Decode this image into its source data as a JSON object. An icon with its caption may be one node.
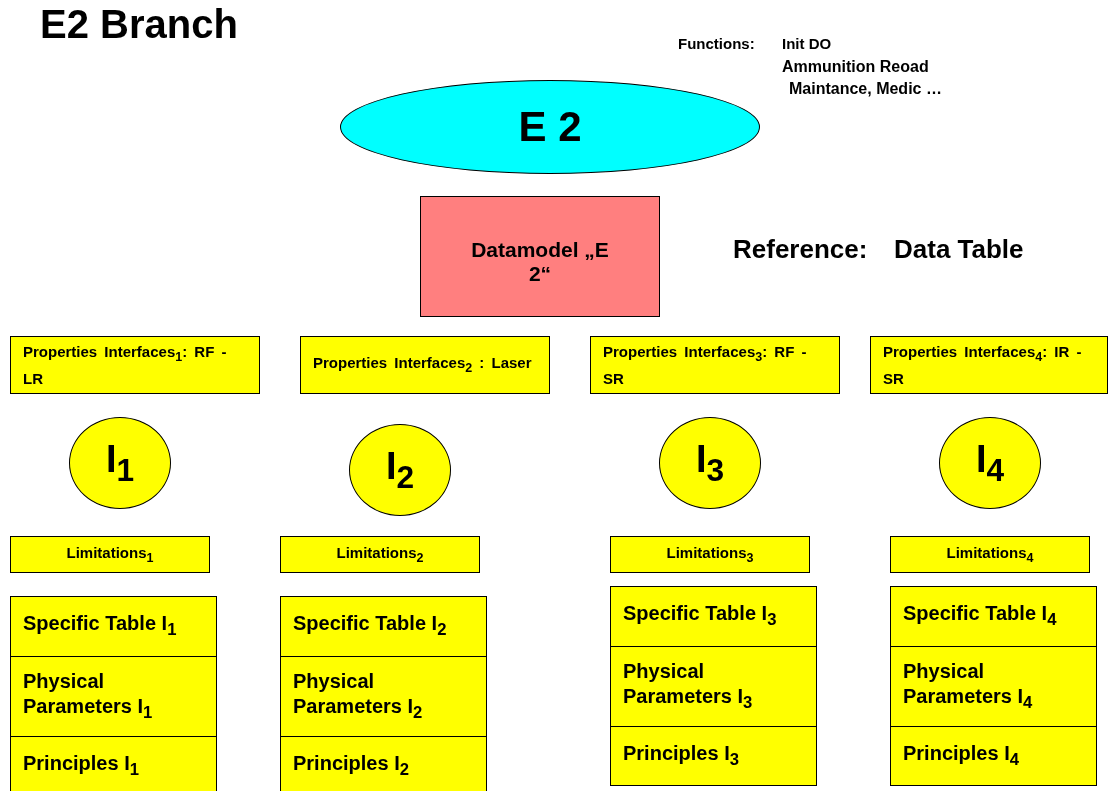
{
  "diagram": {
    "title": "E2 Branch",
    "nodes": [
      {
        "text": [
          "E 2"
        ]
      },
      {
        "text": [
          "Datamodel „E 2“"
        ]
      },
      {
        "text": [
          "Properties Interfaces$_{1}$: RF - LR"
        ]
      },
      {
        "text": [
          "Properties Interfaces$_{2}$ : Laser"
        ]
      },
      {
        "text": [
          "Properties Interfaces$_{3}$: RF - SR"
        ]
      },
      {
        "text": [
          "Properties Interfaces$_{4}$: IR - SR"
        ]
      },
      {
        "text": [
          "I$_{1}$"
        ]
      },
      {
        "text": [
          "I$_{2}$"
        ]
      },
      {
        "text": [
          "I$_{3}$"
        ]
      },
      {
        "text": [
          "I$_{4}$"
        ]
      },
      {
        "text": [
          "Limitations$_{1}$"
        ]
      },
      {
        "text": [
          "Limitations$_{2}$"
        ]
      },
      {
        "text": [
          "Limitations$_{3}$"
        ]
      },
      {
        "text": [
          "Limitations$_{4}$"
        ]
      },
      {
        "text": [
          "Specific Table I$_{1}$"
        ]
      },
      {
        "text": [
          "Specific Table I$_{2}$"
        ]
      },
      {
        "text": [
          "Specific Table I$_{3}$"
        ]
      },
      {
        "text": [
          "Specific Table I$_{4}$"
        ]
      },
      {
        "text": [
          "Physical Parameters I$_{1}$"
        ]
      },
      {
        "text": [
          "Physical Parameters I$_{2}$"
        ]
      },
      {
        "text": [
          "Physical Parameters I$_{3}$"
        ]
      },
      {
        "text": [
          "Physical Parameters I$_{4}$"
        ]
      },
      {
        "text": [
          "Principles I$_{1}$"
        ]
      },
      {
        "text": [
          "Principles I$_{2}$"
        ]
      },
      {
        "text": [
          "Principles I$_{3}$"
        ]
      },
      {
        "text": [
          "Principles I$_{4}$"
        ]
      }
    ],
    "labels": [
      "Functions:",
      "Init DO",
      "Ammunition Reoad",
      "Maintance, Medic …",
      "Reference:",
      "Data Table"
    ]
  }
}
